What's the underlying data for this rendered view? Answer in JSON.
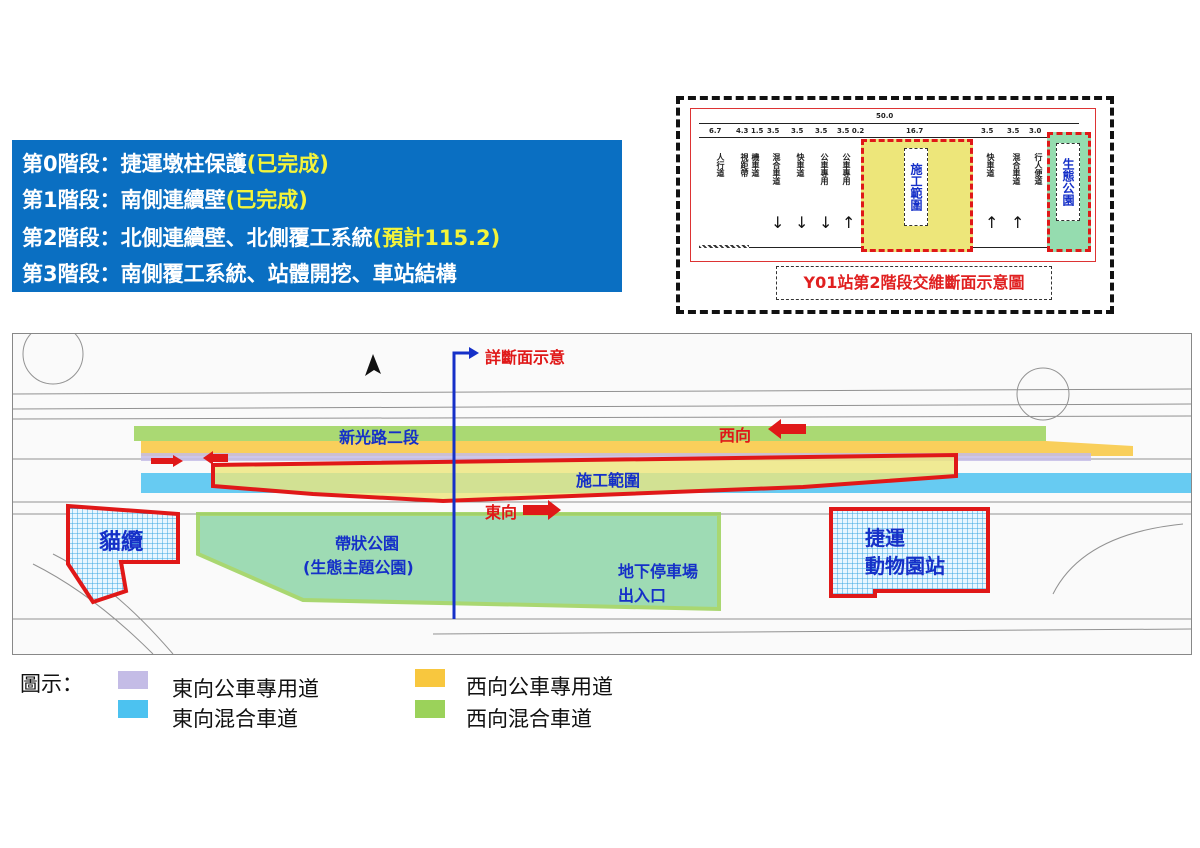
{
  "phases": [
    {
      "label": "第0階段：捷運墩柱保護",
      "status": "(已完成)"
    },
    {
      "label": "第1階段：南側連續壁",
      "status": "(已完成)"
    },
    {
      "label": "第2階段：北側連續壁、北側覆工系統",
      "status": "(預計115.2)"
    },
    {
      "label": "第3階段：南側覆工系統、站體開挖、車站結構",
      "status": ""
    }
  ],
  "cross_section": {
    "caption": "Y01站第2階段交維斷面示意圖",
    "total_width": "50.0",
    "dims": [
      "6.7",
      "4.3",
      "1.5",
      "3.5",
      "3.5",
      "3.5",
      "3.5 0.2",
      "16.7",
      "3.5",
      "3.5",
      "3.0"
    ],
    "lanes": [
      "人行道",
      "視距帶",
      "機車道",
      "混合車道",
      "快車道",
      "公車專用",
      "公車專用",
      "快車道",
      "混合車道",
      "行人便道"
    ],
    "construction_label": "施工範圍",
    "park_label": "生態公園"
  },
  "map": {
    "section_marker": "詳斷面示意",
    "road_name": "新光路二段",
    "westbound": "西向",
    "eastbound": "東向",
    "construction": "施工範圍",
    "park_line1": "帶狀公園",
    "park_line2": "(生態主題公園)",
    "parking_line1": "地下停車場",
    "parking_line2": "出入口",
    "gondola": "貓纜",
    "station_line1": "捷運",
    "station_line2": "動物園站"
  },
  "legend": {
    "title": "圖示：",
    "items": [
      {
        "label": "東向公車專用道",
        "color": "#c4bce6"
      },
      {
        "label": "東向混合車道",
        "color": "#4cc2f0"
      },
      {
        "label": "西向公車專用道",
        "color": "#f8c73e"
      },
      {
        "label": "西向混合車道",
        "color": "#9bd25a"
      }
    ]
  }
}
